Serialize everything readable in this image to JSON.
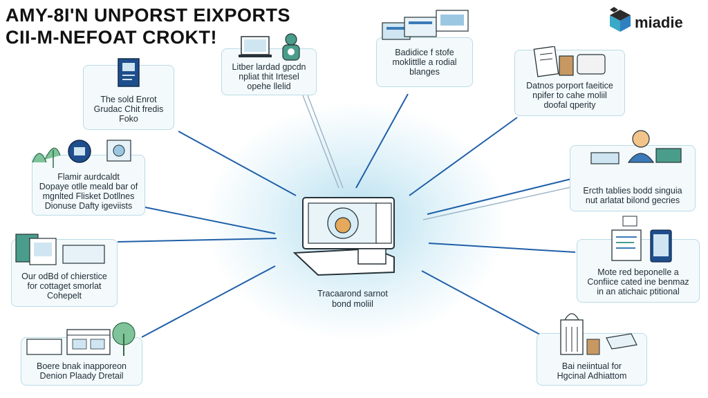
{
  "title": {
    "line1": "AMY-8I'N UNPORST EIXPORTS",
    "line2": "CII-M-NEFOAT CROKT!"
  },
  "logo": {
    "text": "miadie"
  },
  "colors": {
    "connector": "#1f5fa8",
    "node_bg": "#f4fafc",
    "node_border": "#b9dbe6",
    "accent": "#3aa8c8"
  },
  "center": {
    "caption": [
      "Tracaarond sarnot",
      "bond moliil"
    ]
  },
  "nodes": [
    {
      "id": "n1",
      "icon": "book-icon",
      "lines": [
        "The sold Enrot",
        "Grudac Chit fredis",
        "Foko"
      ]
    },
    {
      "id": "n2",
      "icon": "laptop-robot-icon",
      "lines": [
        "Litber lardad gpcdn",
        "npliat thit Irtesel",
        "opehe llelid"
      ]
    },
    {
      "id": "n3",
      "icon": "cards-icon",
      "lines": [
        "Badidice f stofe",
        "moklittlle a rodial",
        "blanges"
      ]
    },
    {
      "id": "n4",
      "icon": "document-icon",
      "lines": [
        "Datnos porport faeitice",
        "npifer to cahe moliil",
        "doofal qperity"
      ]
    },
    {
      "id": "n5",
      "icon": "plant-gear-icon",
      "lines": [
        "Flamir aurdcaldt",
        "Dopaye otlle meald bar of",
        "mgnlted Flisket Dotllnes",
        "Dionuse Dafty igeviists"
      ]
    },
    {
      "id": "n6",
      "icon": "person-laptop-icon",
      "lines": [
        "Ercth tablies bodd singuia",
        "nut arlatat bilond gecries"
      ]
    },
    {
      "id": "n7",
      "icon": "files-icon",
      "lines": [
        "Our odBd of chierstice",
        "for cottaget smorlat",
        "Cohepelt"
      ]
    },
    {
      "id": "n8",
      "icon": "phone-screen-icon",
      "lines": [
        "Mote red beponelle a",
        "Confiice cated ine benmaz",
        "in an atichaic ptitional"
      ]
    },
    {
      "id": "n9",
      "icon": "building-tree-icon",
      "lines": [
        "Boere bnak inapporeon",
        "Denion Plaady Dretail"
      ]
    },
    {
      "id": "n10",
      "icon": "capitol-icon",
      "lines": [
        "Bai neiintual for",
        "Hgcinal Adhiattom"
      ]
    }
  ]
}
